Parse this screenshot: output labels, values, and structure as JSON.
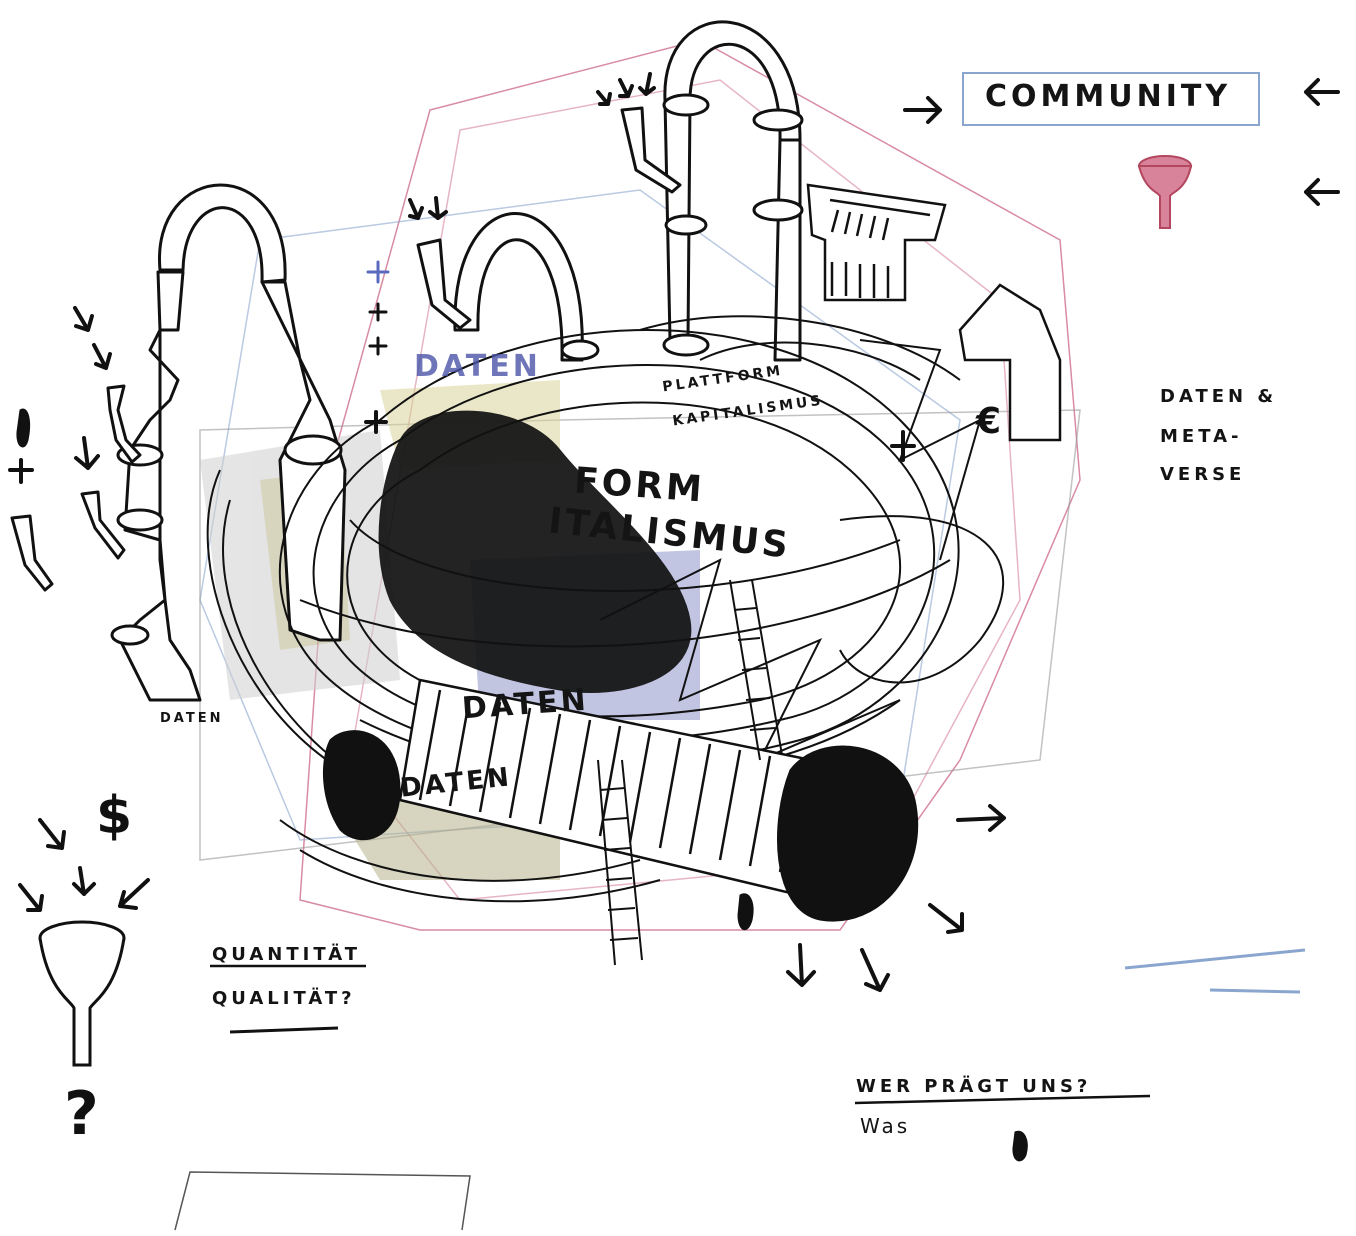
{
  "labels": {
    "community": "COMMUNITY",
    "daten_metaverse_1": "DATEN &",
    "daten_metaverse_2": "META-",
    "daten_metaverse_3": "VERSE",
    "plattform": "PLATTFORM",
    "kapitalismus": "KAPITALISMUS",
    "daten_small": "DATEN",
    "daten_top": "DATEN",
    "daten_center": "DATEN",
    "daten_lower": "DATEN",
    "big_form": "FORM",
    "big_kapitalismus": "ITALISMUS",
    "quantitaet": "QUANTITÄT",
    "qualitaet": "QUALITÄT?",
    "wer_praegt": "WER  PRÄGT UNS?",
    "was": "Was",
    "euro": "€",
    "dollar": "$",
    "question": "?"
  },
  "colors": {
    "ink": "#141414",
    "pink": "#c85a7a",
    "blue": "#8aa6cf",
    "olive": "#b7b38a",
    "grey": "#c9c9c9"
  },
  "icons": [
    "funnel-icon",
    "pink-funnel-icon",
    "arrow-icon",
    "plus-icon",
    "pipe-machine"
  ]
}
